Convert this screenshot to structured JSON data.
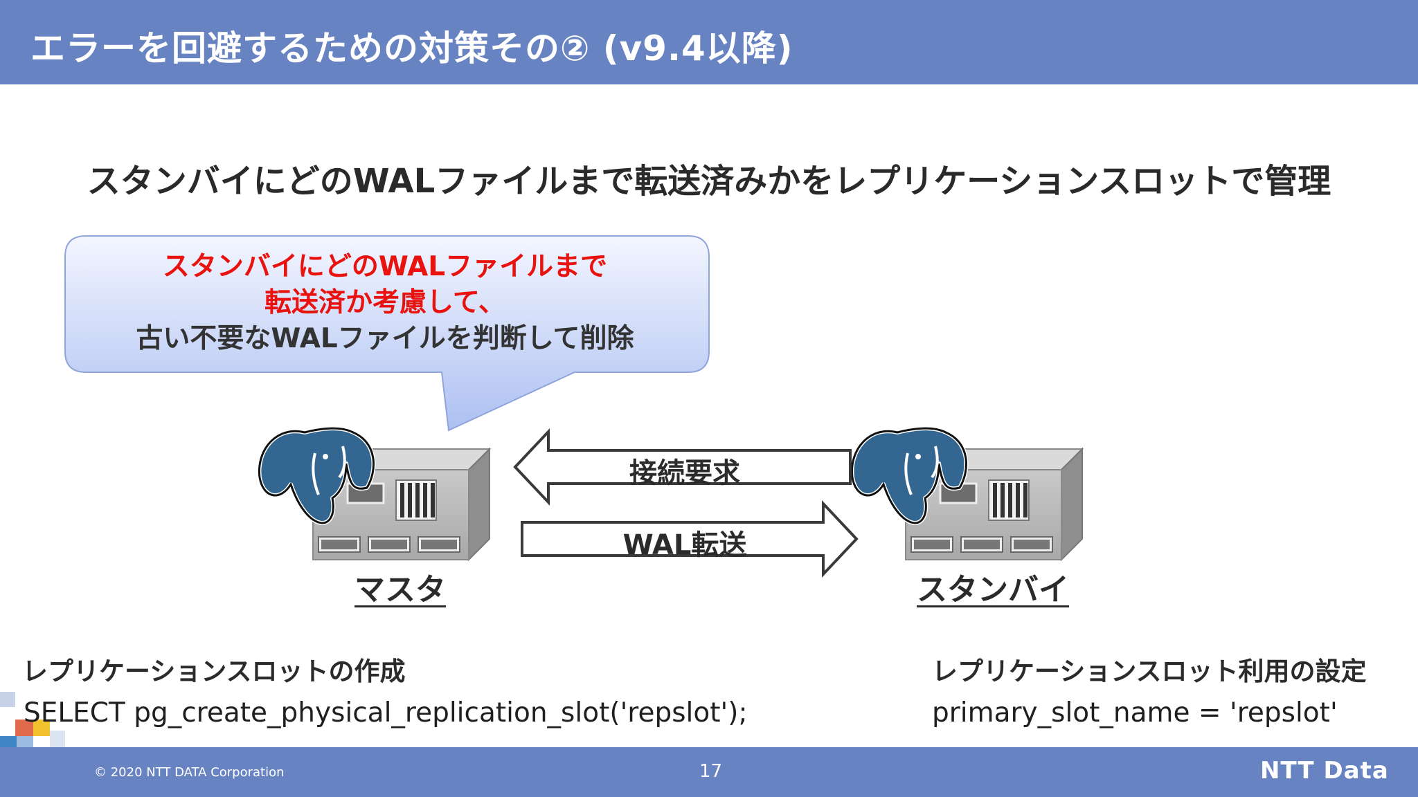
{
  "slide": {
    "title": "エラーを回避するための対策その② (v9.4以降)",
    "subtitle": "スタンバイにどのWALファイルまで転送済みかをレプリケーションスロットで管理"
  },
  "callout": {
    "line1": "スタンバイにどのWALファイルまで",
    "line2": "転送済か考慮して、",
    "line3": "古い不要なWALファイルを判断して削除"
  },
  "diagram": {
    "master_label": "マスタ",
    "standby_label": "スタンバイ",
    "arrow_left_label": "接続要求",
    "arrow_right_label": "WAL転送"
  },
  "code": {
    "left_heading": "レプリケーションスロットの作成",
    "left_sql": "SELECT pg_create_physical_replication_slot('repslot');",
    "right_heading": "レプリケーションスロット利用の設定",
    "right_setting": "primary_slot_name = 'repslot'"
  },
  "footer": {
    "copyright": "© 2020 NTT DATA Corporation",
    "page_number": "17",
    "logo": "NTT Data"
  },
  "colors": {
    "header_bar": "#6883c2",
    "highlight_red": "#e8120f",
    "callout_top": "#f3f6ff",
    "callout_bottom": "#adc0f2",
    "elephant_blue": "#336791"
  }
}
